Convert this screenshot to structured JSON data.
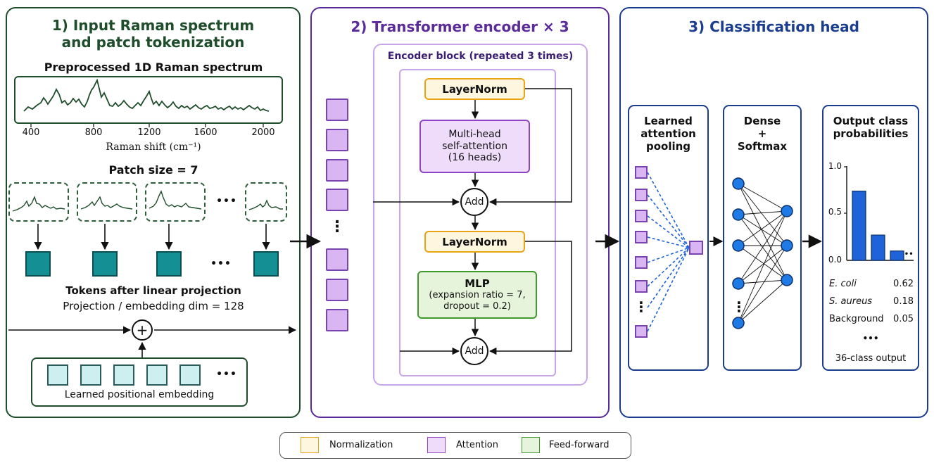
{
  "panel1": {
    "title_line1": "1) Input Raman spectrum",
    "title_line2": "and patch tokenization",
    "spectrum_title": "Preprocessed 1D Raman spectrum",
    "x_ticks": [
      "400",
      "800",
      "1200",
      "1600",
      "2000"
    ],
    "x_label": "Raman shift (cm⁻¹)",
    "patch_label": "Patch size = 7",
    "ellipsis": "•••",
    "tokens_label": "Tokens after linear projection",
    "embed_label": "Projection / embedding dim = 128",
    "plus": "+",
    "pos_label": "Learned positional embedding"
  },
  "panel2": {
    "title": "2) Transformer encoder × 3",
    "block_title": "Encoder block (repeated 3 times)",
    "layernorm1": "LayerNorm",
    "attn_line1": "Multi-head",
    "attn_line2": "self-attention",
    "attn_line3": "(16 heads)",
    "add1": "Add",
    "layernorm2": "LayerNorm",
    "mlp_line1": "MLP",
    "mlp_line2": "(expansion ratio = 7,",
    "mlp_line3": "dropout = 0.2)",
    "add2": "Add",
    "vdots": "⋮"
  },
  "panel3": {
    "title": "3) Classification head",
    "pool_line1": "Learned",
    "pool_line2": "attention",
    "pool_line3": "pooling",
    "dense_line1": "Dense",
    "dense_line2": "+",
    "dense_line3": "Softmax",
    "out_line1": "Output class",
    "out_line2": "probabilities",
    "vdots": "⋮",
    "bar_ellipsis": "•••",
    "rows": [
      {
        "name": "E. coli",
        "value": "0.62"
      },
      {
        "name": "S. aureus",
        "value": "0.18"
      },
      {
        "name": "Background",
        "value": "0.05"
      }
    ],
    "rows_ellipsis": "•••",
    "output_label": "36-class output"
  },
  "bar_chart": {
    "type": "bar",
    "y_ticks": [
      "1.0",
      "0.5",
      "0.0"
    ],
    "ylim": [
      0,
      1
    ],
    "values": [
      0.74,
      0.27,
      0.1
    ],
    "bar_color": "#1f63d8"
  },
  "legend": {
    "items": [
      {
        "label": "Normalization",
        "color": "#fff6e0",
        "border": "#e8a317"
      },
      {
        "label": "Attention",
        "color": "#efdcfb",
        "border": "#8e44c4"
      },
      {
        "label": "Feed-forward",
        "color": "#e6f4dc",
        "border": "#3f9a2b"
      }
    ]
  },
  "colors": {
    "panel1_border": "#1f4d2b",
    "panel2_border": "#5b2b99",
    "panel3_border": "#1a3d8f",
    "spectrum_line": "#1f4d2b",
    "node_fill": "#1f7ae6"
  }
}
